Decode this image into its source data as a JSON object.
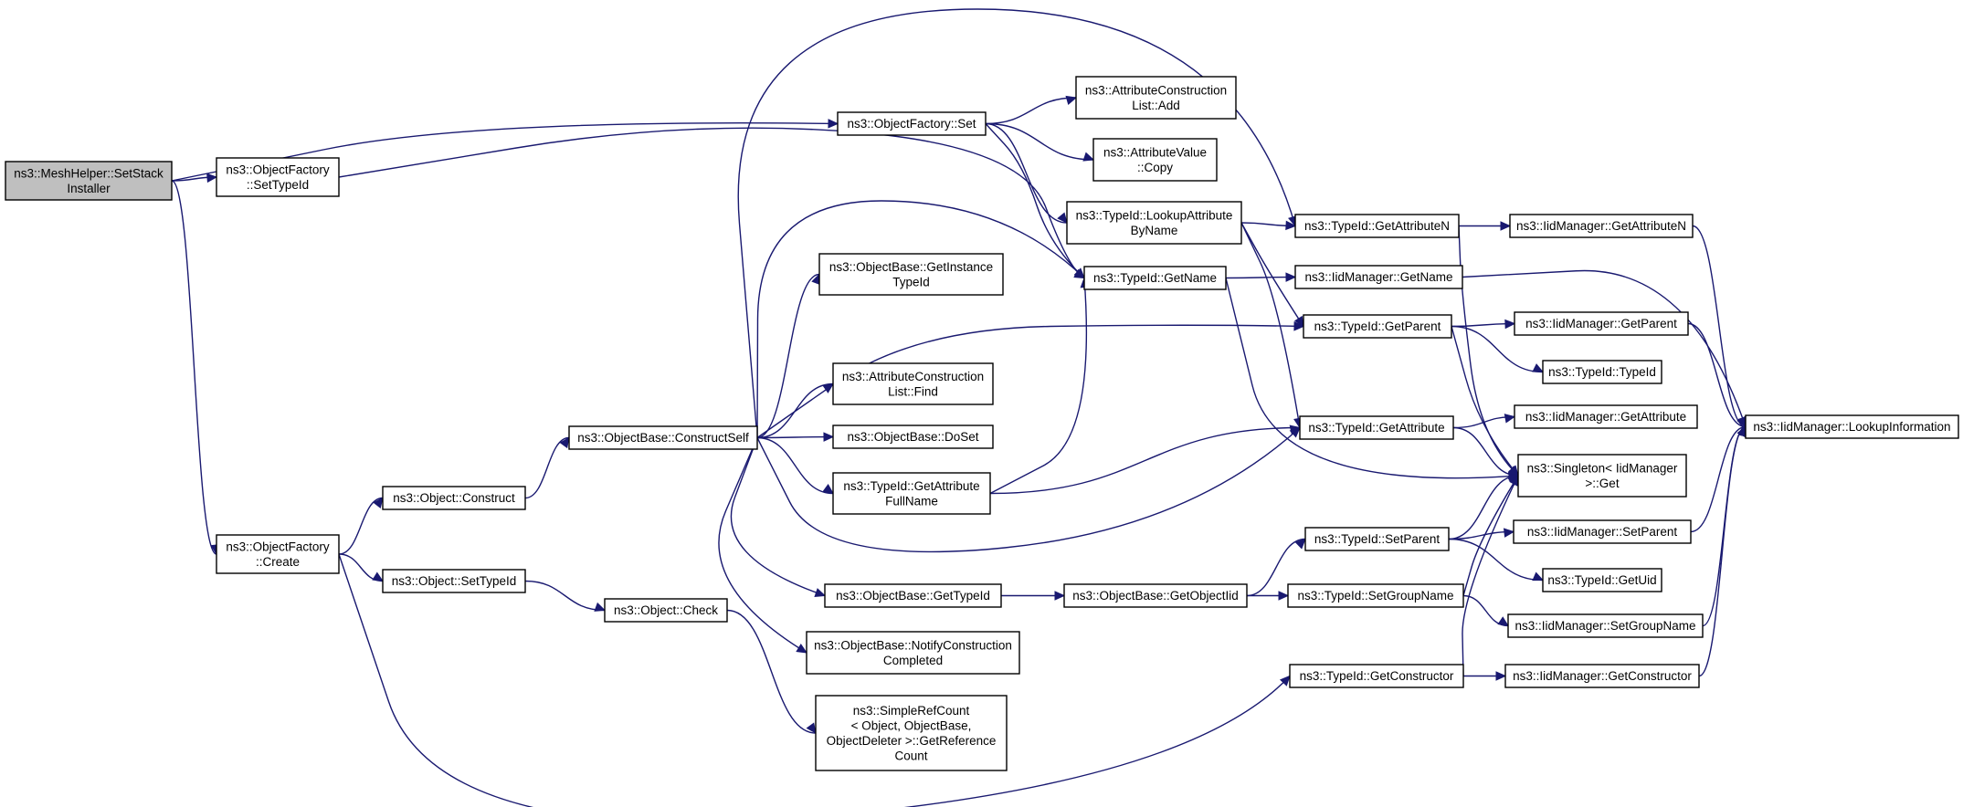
{
  "diagram": {
    "colors": {
      "edge": "#191970",
      "root_fill": "#bfbfbf",
      "node_fill": "#ffffff",
      "node_border": "#000000"
    },
    "nodes": {
      "setstack": [
        "ns3::MeshHelper::SetStack",
        "Installer"
      ],
      "of_settypeid": [
        "ns3::ObjectFactory",
        "::SetTypeId"
      ],
      "of_create": [
        "ns3::ObjectFactory",
        "::Create"
      ],
      "of_set": [
        "ns3::ObjectFactory::Set"
      ],
      "obj_construct": [
        "ns3::Object::Construct"
      ],
      "obj_settypeid": [
        "ns3::Object::SetTypeId"
      ],
      "obj_check": [
        "ns3::Object::Check"
      ],
      "ob_constructself": [
        "ns3::ObjectBase::ConstructSelf"
      ],
      "acl_add": [
        "ns3::AttributeConstruction",
        "List::Add"
      ],
      "av_copy": [
        "ns3::AttributeValue",
        "::Copy"
      ],
      "tid_lookupattr": [
        "ns3::TypeId::LookupAttribute",
        "ByName"
      ],
      "tid_getname": [
        "ns3::TypeId::GetName"
      ],
      "ob_getinstance": [
        "ns3::ObjectBase::GetInstance",
        "TypeId"
      ],
      "acl_find": [
        "ns3::AttributeConstruction",
        "List::Find"
      ],
      "ob_doset": [
        "ns3::ObjectBase::DoSet"
      ],
      "tid_getattrfull": [
        "ns3::TypeId::GetAttribute",
        "FullName"
      ],
      "ob_gettypeid": [
        "ns3::ObjectBase::GetTypeId"
      ],
      "ob_notify": [
        "ns3::ObjectBase::NotifyConstruction",
        "Completed"
      ],
      "simplerefcount": [
        "ns3::SimpleRefCount",
        "< Object, ObjectBase,",
        "ObjectDeleter >::GetReference",
        "Count"
      ],
      "ob_getobjectiid": [
        "ns3::ObjectBase::GetObjectIid"
      ],
      "tid_getattrn": [
        "ns3::TypeId::GetAttributeN"
      ],
      "iid_getname": [
        "ns3::IidManager::GetName"
      ],
      "tid_getparent": [
        "ns3::TypeId::GetParent"
      ],
      "tid_getattribute": [
        "ns3::TypeId::GetAttribute"
      ],
      "tid_setparent": [
        "ns3::TypeId::SetParent"
      ],
      "tid_setgroupname": [
        "ns3::TypeId::SetGroupName"
      ],
      "tid_getconstructor": [
        "ns3::TypeId::GetConstructor"
      ],
      "iid_getattrn": [
        "ns3::IidManager::GetAttributeN"
      ],
      "iid_getparent": [
        "ns3::IidManager::GetParent"
      ],
      "tid_typeid": [
        "ns3::TypeId::TypeId"
      ],
      "iid_getattribute": [
        "ns3::IidManager::GetAttribute"
      ],
      "singleton_get": [
        "ns3::Singleton< IidManager",
        ">::Get"
      ],
      "iid_setparent": [
        "ns3::IidManager::SetParent"
      ],
      "tid_getuid": [
        "ns3::TypeId::GetUid"
      ],
      "iid_setgroupname": [
        "ns3::IidManager::SetGroupName"
      ],
      "iid_getconstructor": [
        "ns3::IidManager::GetConstructor"
      ],
      "iid_lookup": [
        "ns3::IidManager::LookupInformation"
      ]
    },
    "edges": [
      [
        "setstack",
        "of_set"
      ],
      [
        "setstack",
        "of_settypeid"
      ],
      [
        "setstack",
        "of_create"
      ],
      [
        "of_settypeid",
        "tid_getname"
      ],
      [
        "of_set",
        "acl_add"
      ],
      [
        "of_set",
        "av_copy"
      ],
      [
        "of_set",
        "tid_lookupattr"
      ],
      [
        "of_set",
        "tid_getname"
      ],
      [
        "of_create",
        "obj_construct"
      ],
      [
        "of_create",
        "obj_settypeid"
      ],
      [
        "of_create",
        "tid_getconstructor"
      ],
      [
        "obj_construct",
        "ob_constructself"
      ],
      [
        "obj_settypeid",
        "obj_check"
      ],
      [
        "obj_check",
        "simplerefcount"
      ],
      [
        "ob_constructself",
        "tid_getattrn"
      ],
      [
        "ob_constructself",
        "tid_getname"
      ],
      [
        "ob_constructself",
        "ob_getinstance"
      ],
      [
        "ob_constructself",
        "tid_getparent"
      ],
      [
        "ob_constructself",
        "acl_find"
      ],
      [
        "ob_constructself",
        "ob_doset"
      ],
      [
        "ob_constructself",
        "tid_getattrfull"
      ],
      [
        "ob_constructself",
        "tid_getattribute"
      ],
      [
        "ob_constructself",
        "ob_gettypeid"
      ],
      [
        "ob_constructself",
        "ob_notify"
      ],
      [
        "tid_lookupattr",
        "tid_getattrn"
      ],
      [
        "tid_lookupattr",
        "tid_getparent"
      ],
      [
        "tid_lookupattr",
        "tid_getattribute"
      ],
      [
        "tid_getname",
        "iid_getname"
      ],
      [
        "tid_getname",
        "singleton_get"
      ],
      [
        "tid_getattrfull",
        "tid_getname"
      ],
      [
        "tid_getattrfull",
        "tid_getattribute"
      ],
      [
        "ob_gettypeid",
        "ob_getobjectiid"
      ],
      [
        "ob_getobjectiid",
        "tid_setparent"
      ],
      [
        "ob_getobjectiid",
        "tid_setgroupname"
      ],
      [
        "tid_getattrn",
        "iid_getattrn"
      ],
      [
        "tid_getattrn",
        "singleton_get"
      ],
      [
        "iid_getname",
        "iid_lookup"
      ],
      [
        "tid_getparent",
        "iid_getparent"
      ],
      [
        "tid_getparent",
        "tid_typeid"
      ],
      [
        "tid_getparent",
        "singleton_get"
      ],
      [
        "tid_getattribute",
        "iid_getattribute"
      ],
      [
        "tid_getattribute",
        "singleton_get"
      ],
      [
        "tid_setparent",
        "iid_setparent"
      ],
      [
        "tid_setparent",
        "tid_getuid"
      ],
      [
        "tid_setparent",
        "singleton_get"
      ],
      [
        "tid_setgroupname",
        "iid_setgroupname"
      ],
      [
        "tid_setgroupname",
        "singleton_get"
      ],
      [
        "tid_getconstructor",
        "iid_getconstructor"
      ],
      [
        "tid_getconstructor",
        "singleton_get"
      ],
      [
        "iid_getattrn",
        "iid_lookup"
      ],
      [
        "iid_getparent",
        "iid_lookup"
      ],
      [
        "iid_setparent",
        "iid_lookup"
      ],
      [
        "iid_setgroupname",
        "iid_lookup"
      ],
      [
        "iid_getconstructor",
        "iid_lookup"
      ]
    ]
  }
}
